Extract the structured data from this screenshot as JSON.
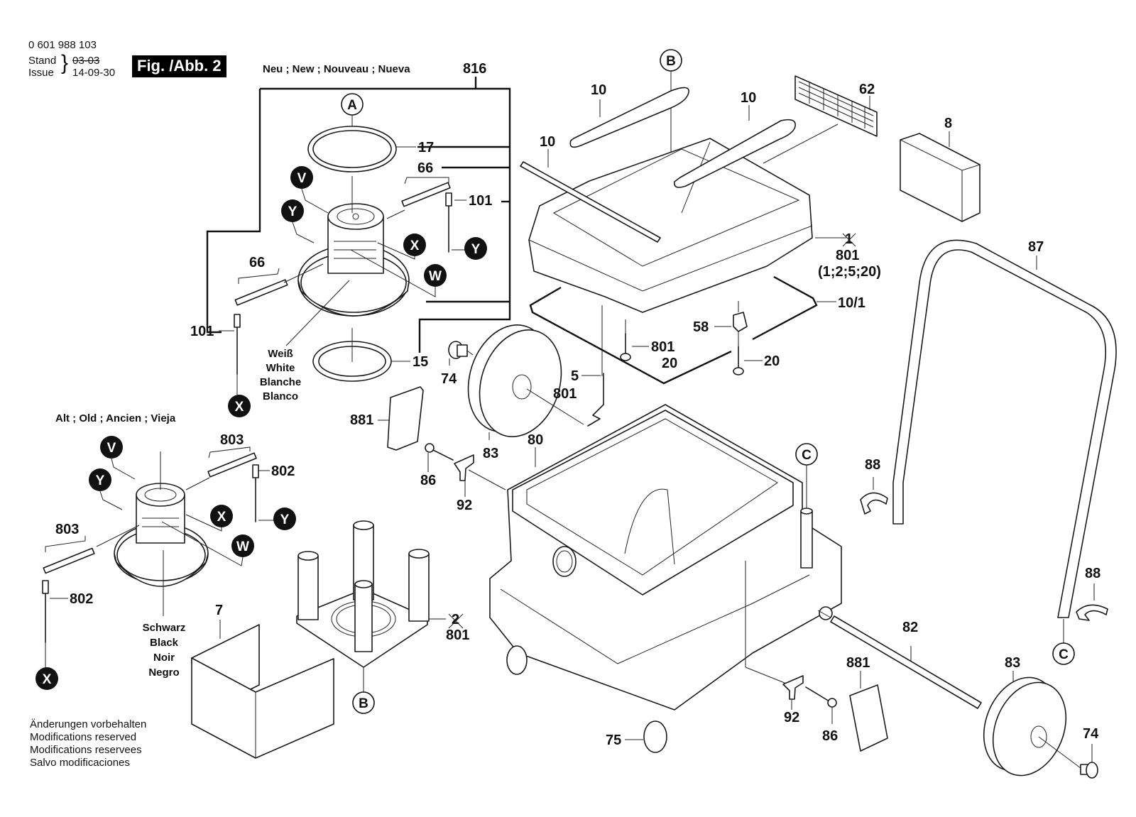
{
  "header": {
    "doc_number": "0 601 988 103",
    "stand_label": "Stand",
    "issue_label": "Issue",
    "stand_value_struck": "03-03",
    "issue_value": "14-09-30",
    "figure": "Fig. /Abb. 2"
  },
  "sections": {
    "new_motor": "Neu ; New ; Nouveau ; Nueva",
    "old_motor": "Alt ; Old ; Ancien ; Vieja"
  },
  "wire_colors": {
    "white": [
      "Weiß",
      "White",
      "Blanche",
      "Blanco"
    ],
    "black": [
      "Schwarz",
      "Black",
      "Noir",
      "Negro"
    ]
  },
  "footer_notes": [
    "Änderungen vorbehalten",
    "Modifications reserved",
    "Modifications reservees",
    "Salvo modificaciones"
  ],
  "ref_circles": {
    "A": "A",
    "B": "B",
    "C": "C"
  },
  "wire_markers": {
    "V": "V",
    "W": "W",
    "X": "X",
    "Y": "Y"
  },
  "part_labels": {
    "p816": "816",
    "p17": "17",
    "p66_new_right": "66",
    "p66_new_left": "66",
    "p101_new_right": "101",
    "p101_new_left": "101",
    "p15": "15",
    "p803_right": "803",
    "p803_left": "803",
    "p802_right": "802",
    "p802_left": "802",
    "p7": "7",
    "p801_base": "801",
    "p2_struck": "2",
    "p881_left": "881",
    "p86_left": "86",
    "p92_left": "92",
    "p74_left": "74",
    "p83_left": "83",
    "p801_wheel": "801",
    "p5": "5",
    "p80": "80",
    "p75": "75",
    "p92_right": "92",
    "p86_right": "86",
    "p881_right": "881",
    "p82": "82",
    "p83_right": "83",
    "p74_right": "74",
    "p88_top": "88",
    "p88_bottom": "88",
    "p87": "87",
    "p10_a": "10",
    "p10_b": "10",
    "p10_c": "10",
    "p62": "62",
    "p8": "8",
    "p1_struck": "1",
    "p801_head": "801",
    "p801_head_sub": "(1;2;5;20)",
    "p10_1": "10/1",
    "p58": "58",
    "p801_screw": "801",
    "p20_a": "20",
    "p20_b": "20"
  }
}
